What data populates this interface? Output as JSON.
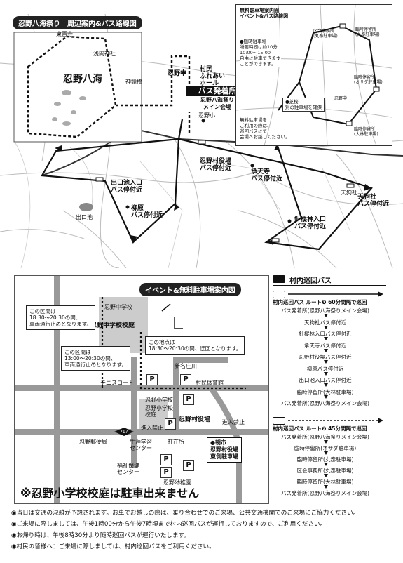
{
  "top_map": {
    "title": "忍野八海祭り　周辺案内&バス路線図",
    "places": {
      "toushou_temple": "東晋寺",
      "sengen_shrine": "浅間神社",
      "oshino_hakkai": "忍野八海",
      "shinkyo_bridge": "神鏡橋",
      "oshino_naka": "忍野中",
      "village_hall": "村民\nふれあい\nホール",
      "oshino_elementary": "忍野小",
      "deguchi_pond": "出口池",
      "tengu_shrine": "天狗社"
    },
    "departure": {
      "title": "バス発着所",
      "sub": "忍野八海祭り\nメイン会場"
    },
    "stops": {
      "deguchi_iriguchi": "出口池入口\nバス停付近",
      "yakuba": "忍野村役場\nバス停付近",
      "shoten": "承天寺\nバス停付近",
      "tengu": "天狗社\nバス停付近",
      "haruki": "柳原\nバス停付近",
      "shinrin": "針樅林入口\nバス停付近"
    },
    "inset": {
      "title": "無料駐車場案内図\nイベント&バス路線図",
      "info": "●臨時駐車場\n所要時間は約10分\n10:00～15:00\n自由に駐車できます\nことができます。",
      "shiba": "●芝桜\n別の駐車場を確保",
      "free_note": "無料駐車場を\nご利用の際は、\n巡回バスにて\n会場へお越しください。",
      "labels": [
        "区会事務所\n(丸泰駐車場)",
        "臨時停留所\n(丸泰駐車場)",
        "臨時停留所\n(オサダ駐車場)",
        "臨時停留所\n(大林駐車場)",
        "忍野中"
      ]
    }
  },
  "event_map": {
    "title": "イベント&無料駐車場案内図",
    "places": {
      "school_label": "忍野中学校",
      "school_grounds": "忍野中学校校庭",
      "shin_meisho": "新名庄川",
      "tennis": "テニスコート",
      "gymnasium": "村民体育館",
      "elementary": "忍野小学校",
      "elementary_grounds": "忍野小学校\n校庭",
      "yakuba": "忍野村役場",
      "post_office": "忍野郵便局",
      "lifelong_center": "生涯学習\nセンター",
      "welfare_center": "福祉保健\nセンター",
      "police": "駐在所",
      "kindergarten": "忍野幼稚園",
      "no_entry_a": "進入禁止",
      "no_entry_b": "進入禁止",
      "route": "717",
      "asaichi": "●朝市\n忍野村役場\n東側駐車場"
    },
    "closures": {
      "a": "この区間は\n18:30～20:30の間、\n車両通行止めとなります。",
      "b": "この地点は\n18:30～20:30の間、迂回となります。",
      "c": "この区間は\n13:00～20:30の間、\n車両通行止めとなります。"
    },
    "warning": "※忍野小学校校庭は駐車出来ません"
  },
  "bus": {
    "title": "村内巡回バス",
    "route1": {
      "heading": "村内巡回バス ルート❶ 60分間隔で巡回",
      "stops": [
        "バス発着所(忍野八海祭りメイン会場)",
        "天狗社バス停付近",
        "針樅林入口バス停付近",
        "承天寺バス停付近",
        "忍野村役場バス停付近",
        "柳原バス停付近",
        "出口池入口バス停付近",
        "臨時停留所(大林駐車場)",
        "バス発着所(忍野八海祭りメイン会場)"
      ]
    },
    "route2": {
      "heading": "村内巡回バス ルート❷ 45分間隔で巡回",
      "stops": [
        "バス発着所(忍野八海祭りメイン会場)",
        "臨時停留所(オサダ駐車場)",
        "臨時停留所(丸泰駐車場)",
        "区会事務所(丸泰駐車場)",
        "臨時停留所(大林駐車場)",
        "バス発着所(忍野八海祭りメイン会場)"
      ]
    }
  },
  "notes": [
    "◉当日は交通の混雑が予想されます。お車でお越しの際は、乗り合わせでのご来場、公共交通機関でのご来場にご協力ください。",
    "◉ご来場に際しましては、午後1時00分から午後7時頃まで村内巡回バスが運行しておりますので、ご利用ください。",
    "◉お帰り時は、午後8時30分より随時巡回バスが運行いたします。",
    "◉村民の皆様へ：ご来場に際しましては、村内巡回バスをご利用ください。"
  ]
}
